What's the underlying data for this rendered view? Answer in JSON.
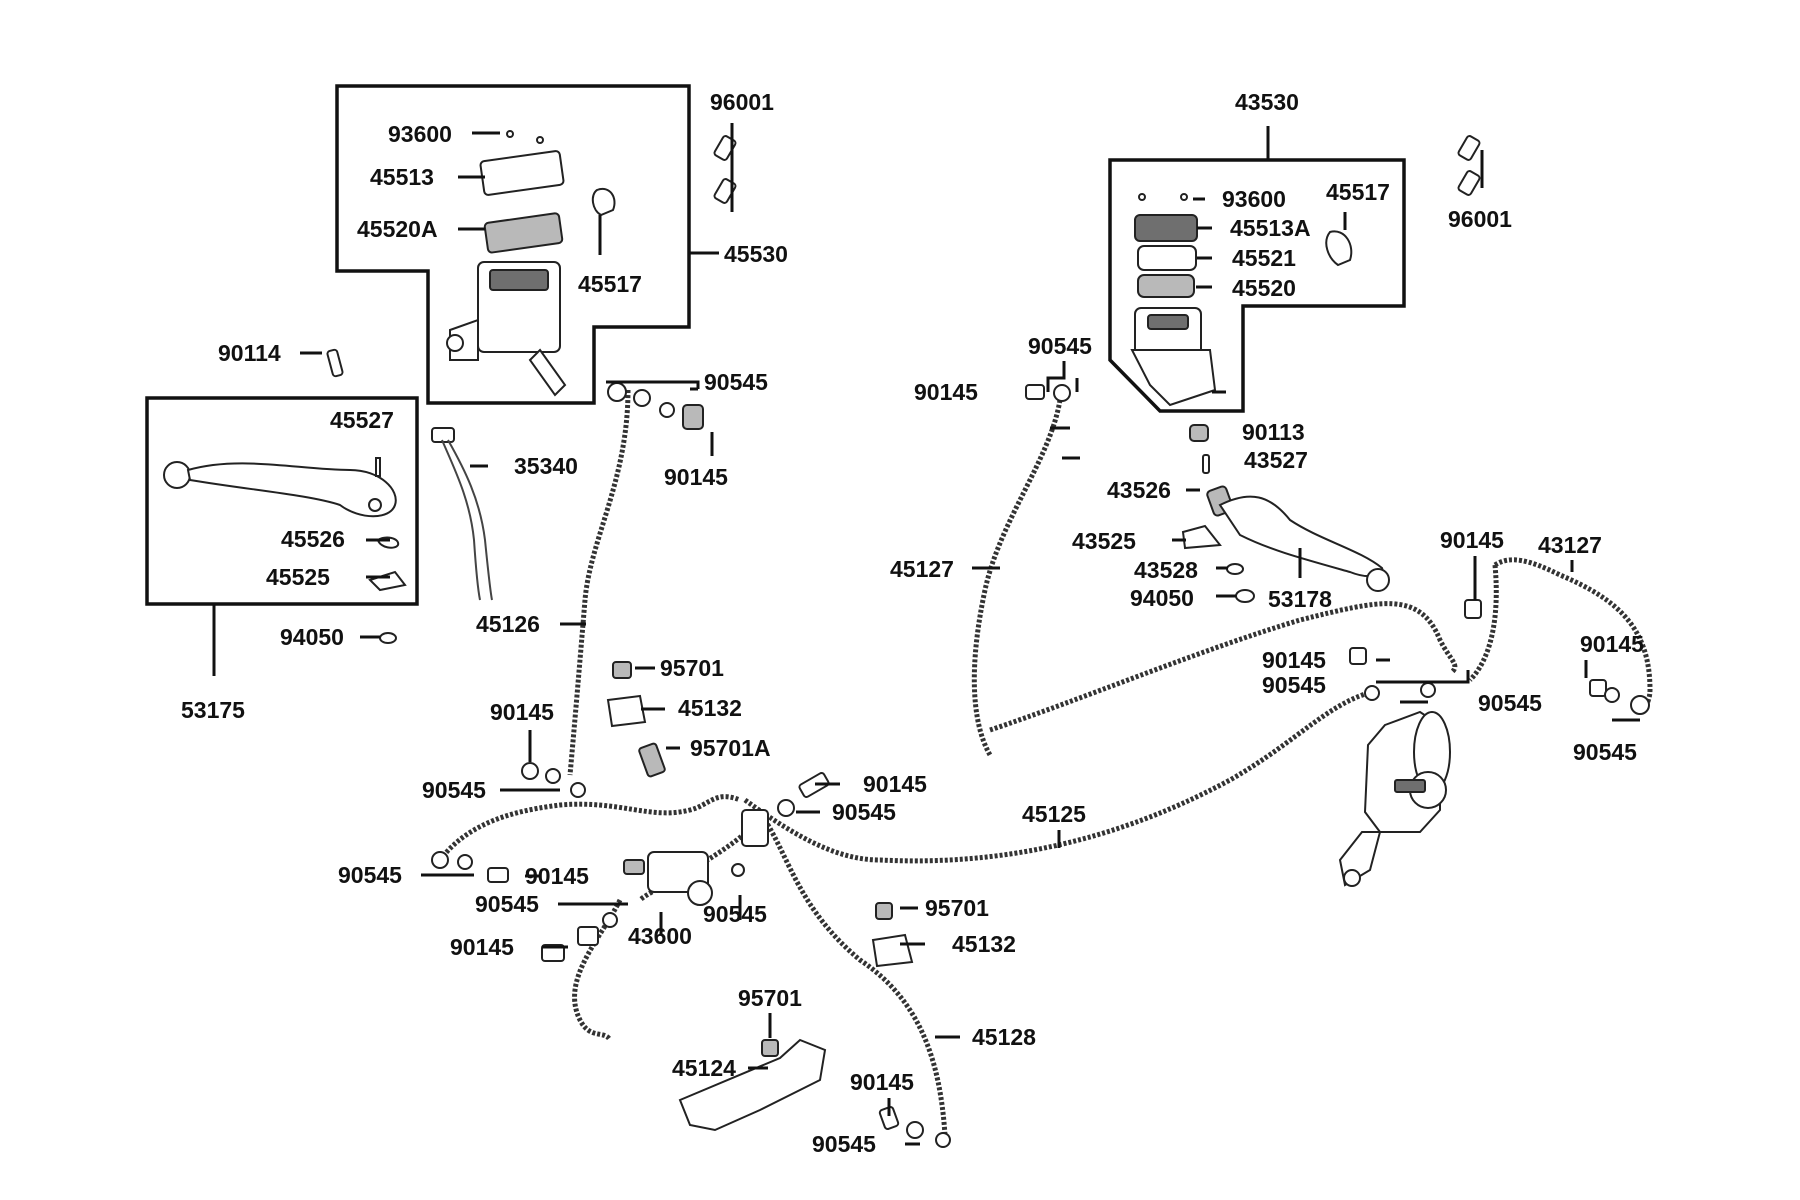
{
  "labels": {
    "l01": "93600",
    "l02": "45513",
    "l03": "45520A",
    "l04": "45517",
    "l05": "45530",
    "l06": "96001",
    "l07": "90114",
    "l08": "45527",
    "l09": "45526",
    "l10": "45525",
    "l11": "53175",
    "l12": "94050",
    "l13": "35340",
    "l14": "90545",
    "l15": "90145",
    "l16": "45126",
    "l17": "95701",
    "l18": "45132",
    "l19": "95701A",
    "l20": "90145",
    "l21": "90545",
    "l22": "90145",
    "l23": "90545",
    "l24": "90545",
    "l25": "90145",
    "l26": "90545",
    "l27": "90545",
    "l28": "90145",
    "l29": "43600",
    "l30": "45125",
    "l31": "95701",
    "l32": "45132",
    "l33": "95701",
    "l34": "45124",
    "l35": "45128",
    "l36": "90145",
    "l37": "90545",
    "l38": "43530",
    "l39": "93600",
    "l40": "45517",
    "l41": "45513A",
    "l42": "45521",
    "l43": "45520",
    "l44": "96001",
    "l45": "90545",
    "l46": "90145",
    "l47": "90113",
    "l48": "43527",
    "l49": "43526",
    "l50": "43525",
    "l51": "43528",
    "l52": "94050",
    "l53": "53178",
    "l54": "45127",
    "l55": "90145",
    "l56": "43127",
    "l57": "90145",
    "l58": "90545",
    "l59": "90545",
    "l60": "90145",
    "l61": "90545"
  }
}
